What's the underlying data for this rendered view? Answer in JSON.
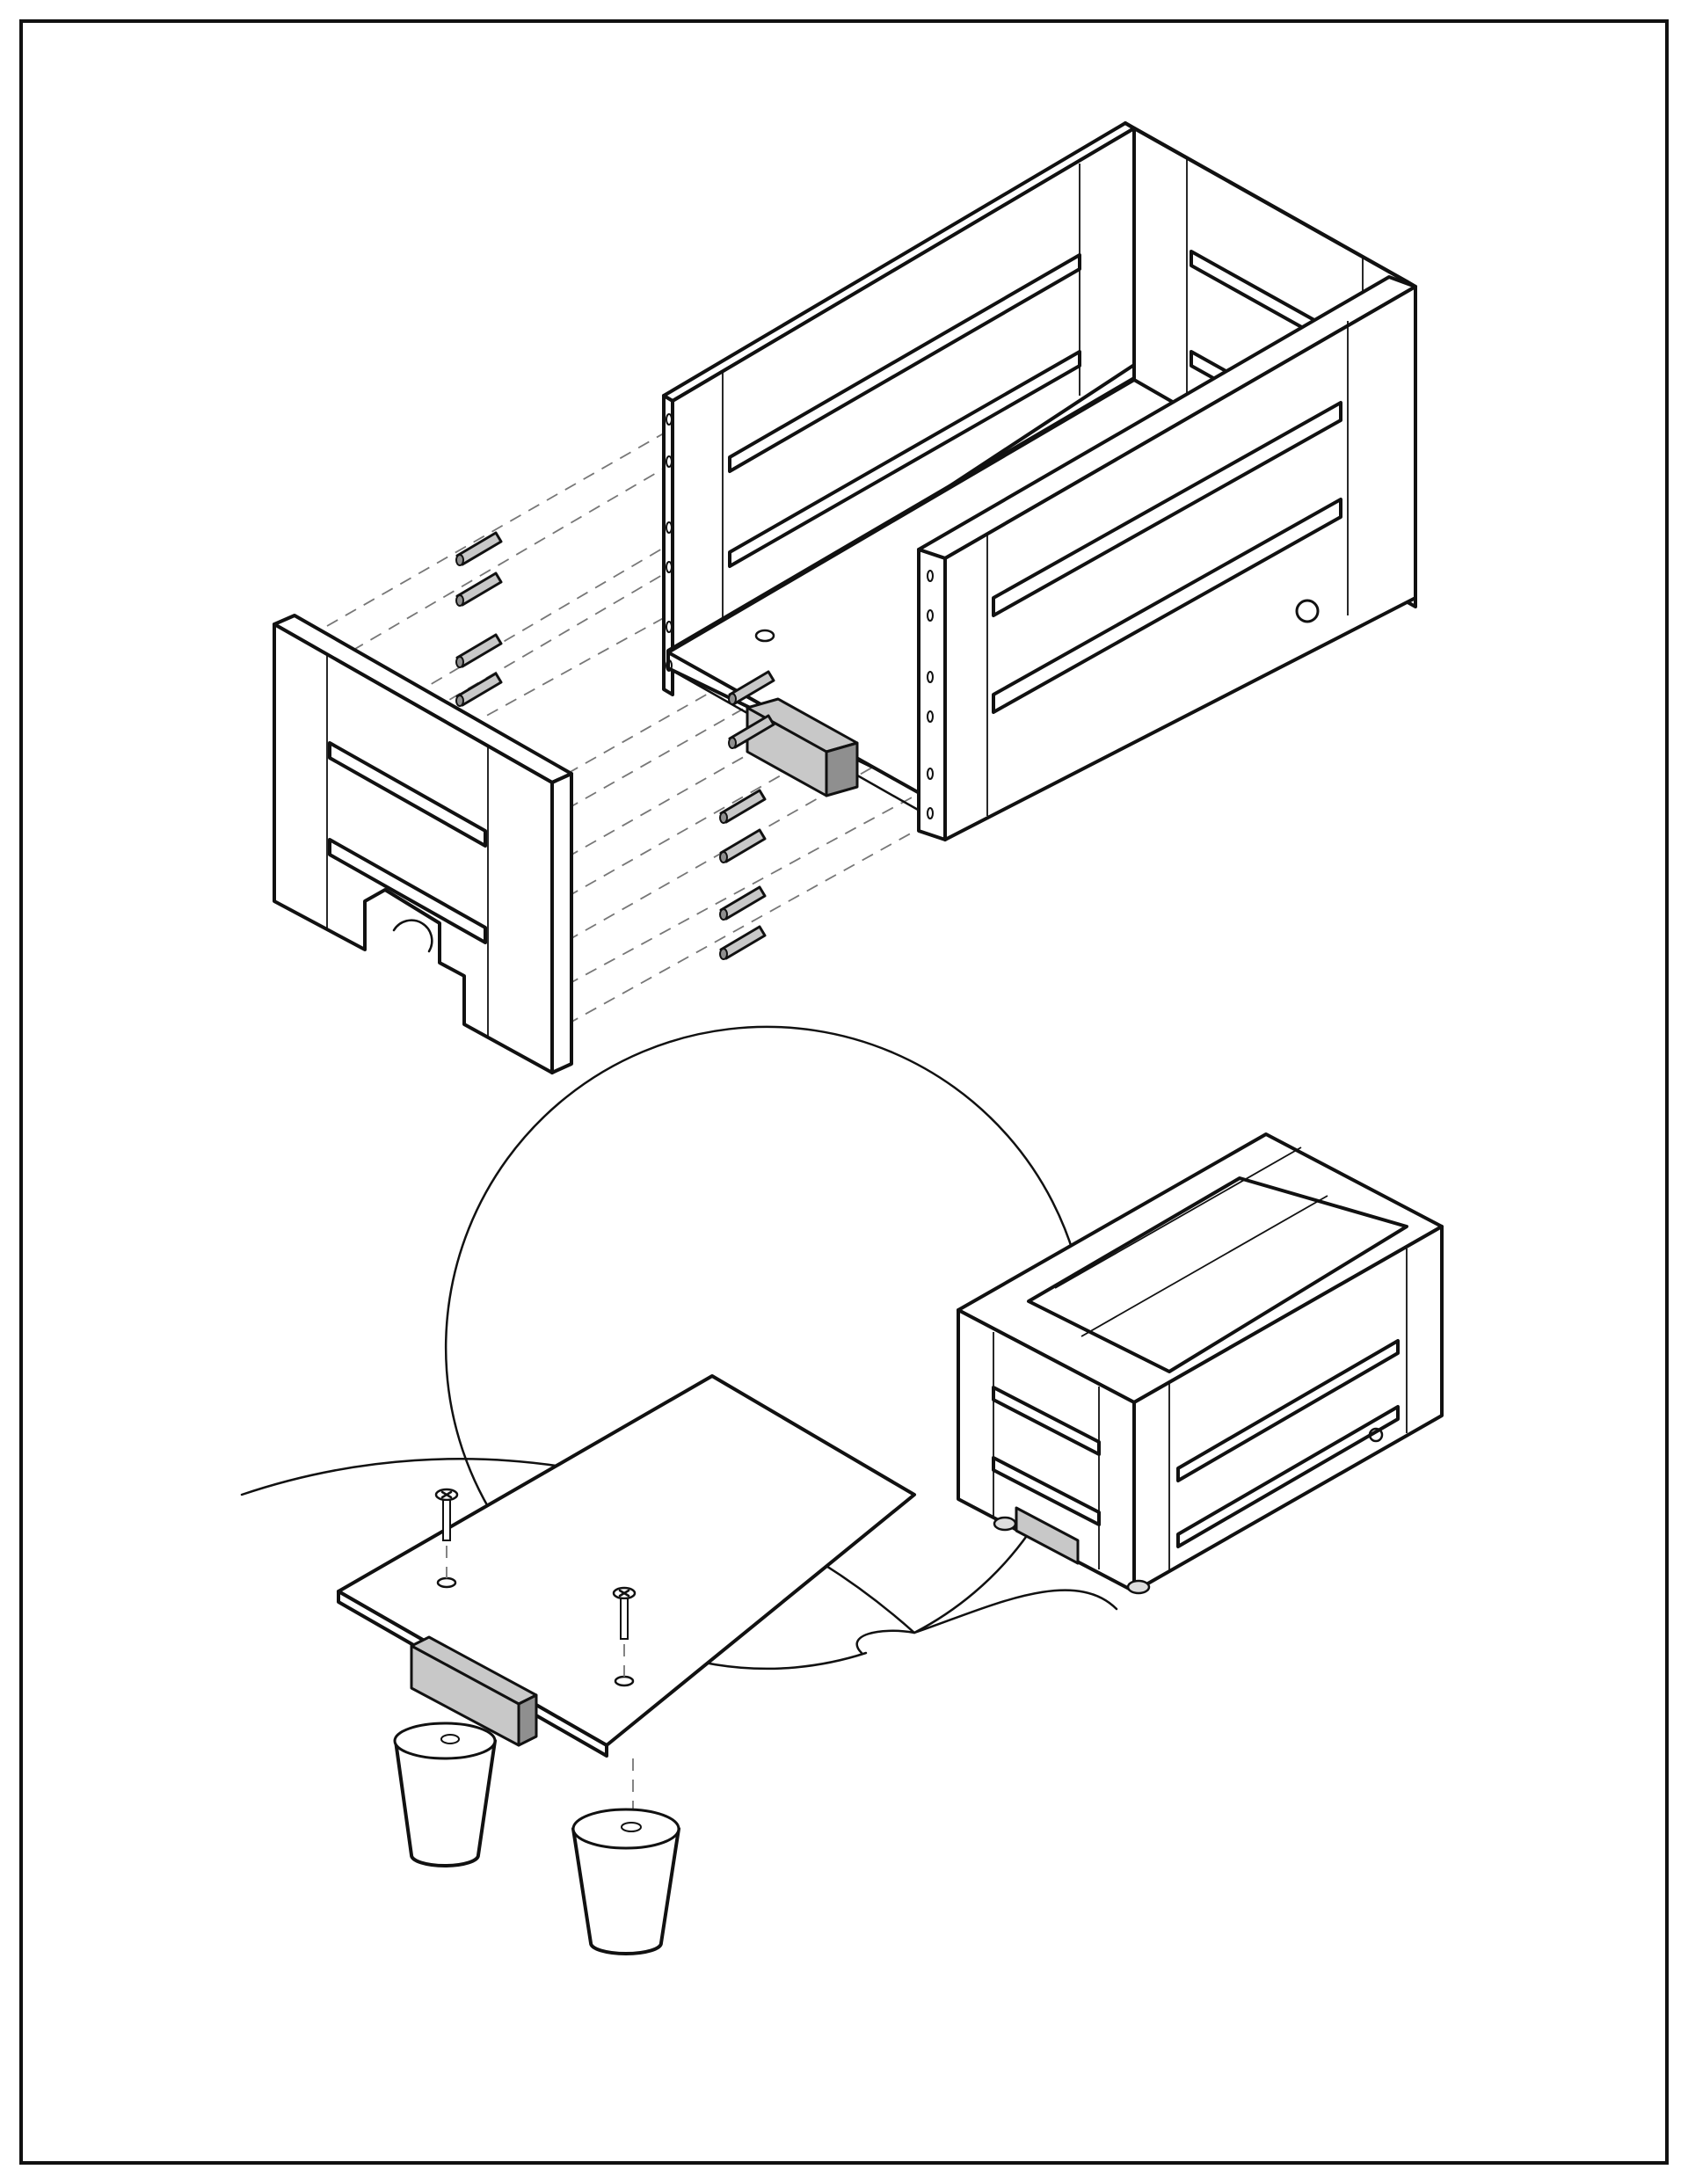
{
  "sheet": {
    "type": "assembly-instruction-illustration",
    "text": [],
    "colors": {
      "line": "#111111",
      "paper": "#ffffff",
      "part_shade": "#c8c8c8",
      "part_dark": "#8f8f8f"
    }
  },
  "step_top": {
    "parts": [
      "crate-body",
      "front-end-panel",
      "wooden-dowel",
      "base-block"
    ],
    "dowel_count": 10
  },
  "step_bottom": {
    "parts": [
      "assembled-crate",
      "detail-callout",
      "base-panel",
      "screw",
      "foot",
      "base-block"
    ],
    "screw_count": 2,
    "foot_count": 2
  }
}
